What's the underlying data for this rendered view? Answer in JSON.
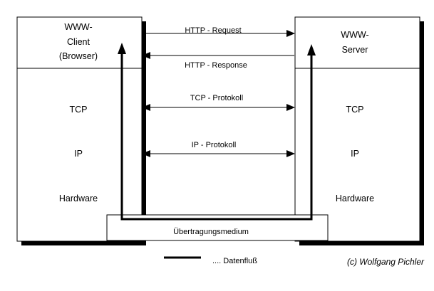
{
  "client": {
    "title_line1": "WWW-",
    "title_line2": "Client",
    "title_line3": "(Browser)",
    "layer_tcp": "TCP",
    "layer_ip": "IP",
    "layer_hw": "Hardware"
  },
  "server": {
    "title_line1": "WWW-",
    "title_line2": "Server",
    "layer_tcp": "TCP",
    "layer_ip": "IP",
    "layer_hw": "Hardware"
  },
  "arrows": {
    "request": "HTTP - Request",
    "response": "HTTP - Response",
    "tcp": "TCP - Protokoll",
    "ip": "IP - Protokoll"
  },
  "medium": "Übertragungsmedium",
  "legend": {
    "label": ".... Datenfluß"
  },
  "credit": "(c) Wolfgang Pichler"
}
